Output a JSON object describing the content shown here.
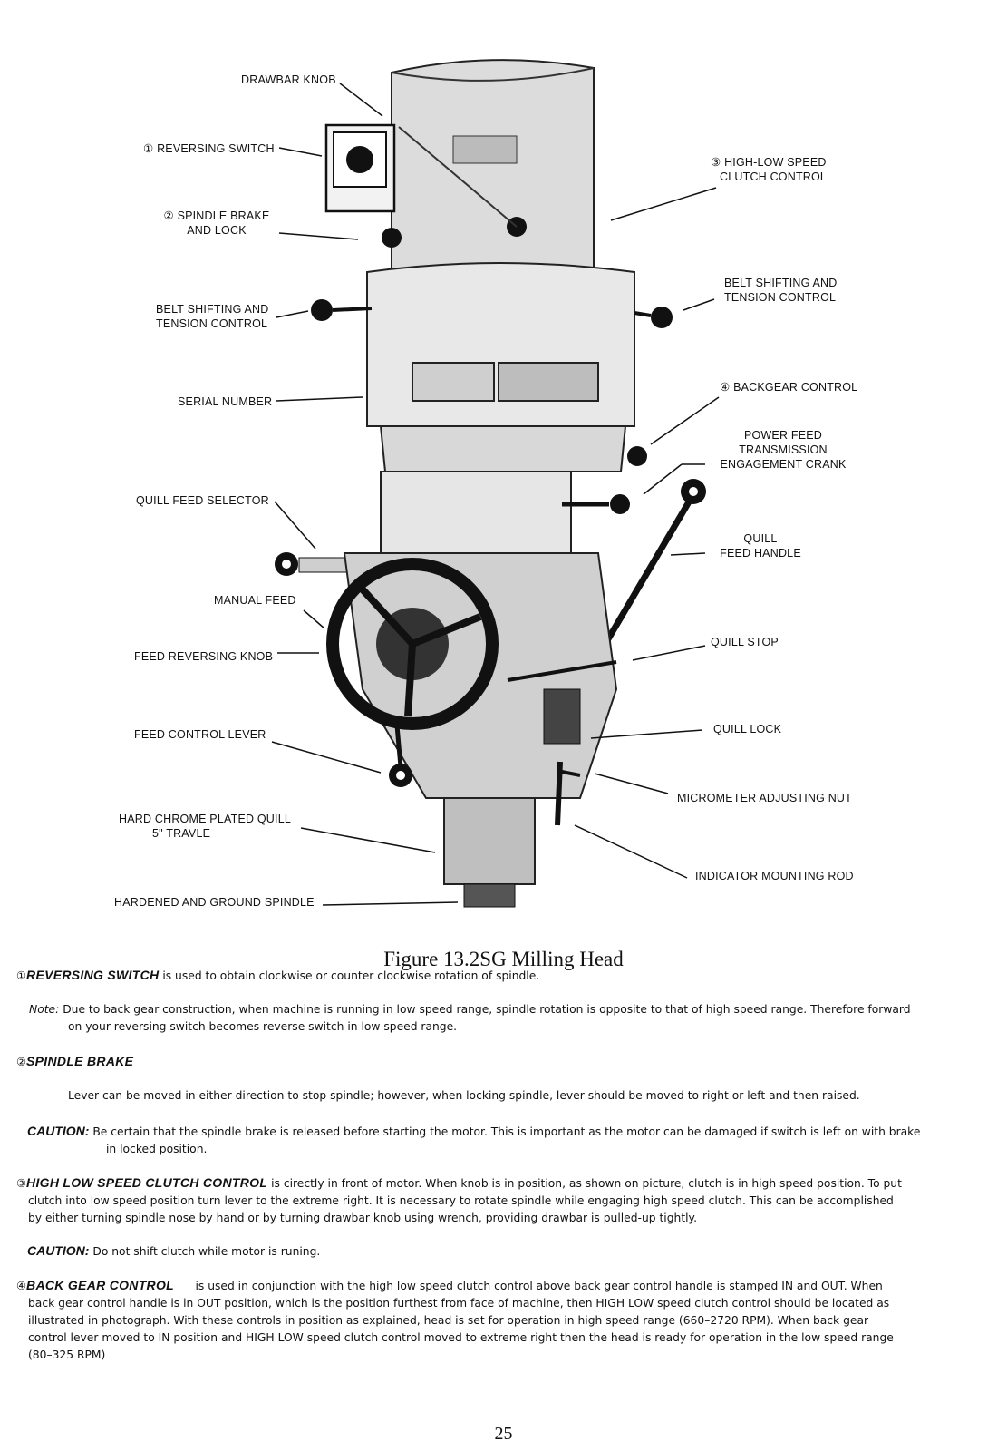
{
  "figure": {
    "labels": {
      "drawbar_knob": "DRAWBAR KNOB",
      "reversing_switch": "① REVERSING SWITCH",
      "spindle_brake_1": "② SPINDLE BRAKE",
      "spindle_brake_2": "AND LOCK",
      "belt_left_1": "BELT SHIFTING AND",
      "belt_left_2": "TENSION CONTROL",
      "serial_number": "SERIAL NUMBER",
      "quill_feed_selector": "QUILL FEED SELECTOR",
      "manual_feed": "MANUAL FEED",
      "feed_reversing_knob": "FEED REVERSING KNOB",
      "feed_control_lever": "FEED CONTROL LEVER",
      "hard_chrome_1": "HARD CHROME PLATED QUILL",
      "hard_chrome_2": "5\" TRAVLE",
      "hardened_spindle": "HARDENED AND GROUND SPINDLE",
      "high_low_1": "③ HIGH-LOW SPEED",
      "high_low_2": "CLUTCH CONTROL",
      "belt_right_1": "BELT SHIFTING AND",
      "belt_right_2": "TENSION CONTROL",
      "backgear_control": "④ BACKGEAR CONTROL",
      "power_feed_1": "POWER FEED",
      "power_feed_2": "TRANSMISSION",
      "power_feed_3": "ENGAGEMENT CRANK",
      "quill_feed_handle_1": "QUILL",
      "quill_feed_handle_2": "FEED HANDLE",
      "quill_stop": "QUILL STOP",
      "quill_lock": "QUILL LOCK",
      "micrometer_nut": "MICROMETER ADJUSTING NUT",
      "indicator_rod": "INDICATOR MOUNTING ROD"
    },
    "caption": "Figure 13.2SG Milling Head"
  },
  "sections": {
    "reversing_switch": {
      "marker": "①",
      "heading": "REVERSING SWITCH",
      "body": " is used to obtain clockwise or counter clockwise rotation of spindle."
    },
    "note": {
      "label": "Note:",
      "line1": "Due to back gear construction, when machine is running in low speed range, spindle rotation is opposite to that of high speed range. Therefore forward",
      "line2": "on your reversing switch becomes reverse switch in low speed range."
    },
    "spindle_brake": {
      "marker": "②",
      "heading": "SPINDLE BRAKE",
      "body": "Lever can be moved in either direction to stop spindle; however, when locking spindle, lever should be moved to right or left and then raised."
    },
    "caution1": {
      "label": "CAUTION:",
      "line1": "Be certain that the spindle brake is released before starting the motor. This is important as the motor can be damaged if switch is left on with brake",
      "line2": "in locked position."
    },
    "high_low": {
      "marker": "③",
      "heading": "HIGH LOW SPEED CLUTCH CONTROL",
      "line1": " is cirectly in front of motor. When knob is in position, as shown on picture, clutch is in high speed position. To put",
      "line2": "clutch into low speed position turn lever to the extreme right. It is necessary to rotate spindle while engaging high speed clutch. This can be accomplished",
      "line3": "by either turning spindle nose by hand or by turning drawbar knob using wrench, providing drawbar is pulled-up tightly."
    },
    "caution2": {
      "label": "CAUTION:",
      "body": "Do not shift clutch while motor is runing."
    },
    "back_gear": {
      "marker": "④",
      "heading": "BACK GEAR CONTROL",
      "line1": "is used in conjunction with the high low speed clutch control above back gear control handle is stamped IN and OUT. When",
      "line2": "back gear control handle is in OUT position, which is the position furthest from face of machine, then HIGH LOW speed clutch control should be located as",
      "line3": "illustrated in photograph. With these controls in position as explained, head is set for operation in high speed range (660–2720 RPM). When back gear",
      "line4": "control lever moved to IN position and HIGH LOW speed clutch control moved to extreme right then the head is ready for operation in the low speed range",
      "line5": "(80–325 RPM)"
    }
  },
  "page_number": "25"
}
